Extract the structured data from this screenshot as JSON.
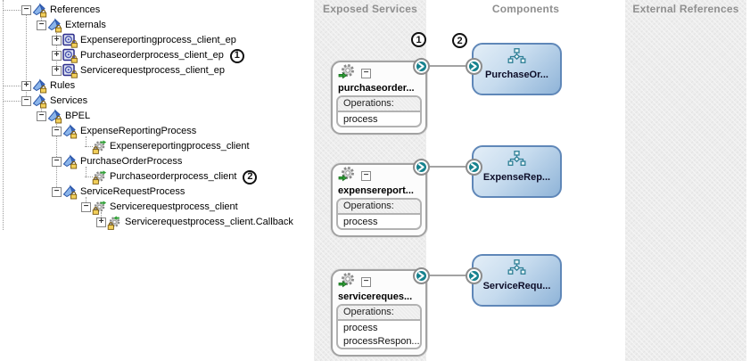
{
  "panel": {
    "lanes": {
      "exposed": "Exposed Services",
      "components": "Components",
      "external": "External References"
    }
  },
  "tree": {
    "items": [
      {
        "label": "References",
        "level": 0,
        "toggle": "minus",
        "icon": "composite"
      },
      {
        "label": "Externals",
        "level": 1,
        "toggle": "minus",
        "icon": "composite"
      },
      {
        "label": "Expensereportingprocess_client_ep",
        "level": 2,
        "toggle": "plus",
        "icon": "endpoint"
      },
      {
        "label": "Purchaseorderprocess_client_ep",
        "level": 2,
        "toggle": "plus",
        "icon": "endpoint",
        "badge": "1"
      },
      {
        "label": "Servicerequestprocess_client_ep",
        "level": 2,
        "toggle": "plus",
        "icon": "endpoint"
      },
      {
        "label": "Rules",
        "level": 0,
        "toggle": "plus",
        "icon": "composite"
      },
      {
        "label": "Services",
        "level": 0,
        "toggle": "minus",
        "icon": "composite"
      },
      {
        "label": "BPEL",
        "level": 1,
        "toggle": "minus",
        "icon": "composite"
      },
      {
        "label": "ExpenseReportingProcess",
        "level": 2,
        "toggle": "minus",
        "icon": "composite"
      },
      {
        "label": "Expensereportingprocess_client",
        "level": 3,
        "toggle": null,
        "icon": "client"
      },
      {
        "label": "PurchaseOrderProcess",
        "level": 2,
        "toggle": "minus",
        "icon": "composite"
      },
      {
        "label": "Purchaseorderprocess_client",
        "level": 3,
        "toggle": null,
        "icon": "client",
        "badge": "2"
      },
      {
        "label": "ServiceRequestProcess",
        "level": 2,
        "toggle": "minus",
        "icon": "composite"
      },
      {
        "label": "Servicerequestprocess_client",
        "level": 3,
        "toggle": "minus",
        "icon": "client"
      },
      {
        "label": "Servicerequestprocess_client.Callback",
        "level": 4,
        "toggle": "plus",
        "icon": "callback"
      }
    ]
  },
  "services": [
    {
      "name": "purchaseorder...",
      "operations_label": "Operations:",
      "operations": [
        "process"
      ]
    },
    {
      "name": "expensereport...",
      "operations_label": "Operations:",
      "operations": [
        "process"
      ]
    },
    {
      "name": "servicereques...",
      "operations_label": "Operations:",
      "operations": [
        "process",
        "processRespon..."
      ]
    }
  ],
  "components": [
    {
      "name": "PurchaseOr..."
    },
    {
      "name": "ExpenseRep..."
    },
    {
      "name": "ServiceRequ..."
    }
  ],
  "annotations": {
    "panel_badges": [
      "1",
      "2"
    ]
  },
  "colors": {
    "port_teal": "#16828e",
    "component_border": "#5f87b8",
    "component_fill_light": "#e3eef7",
    "component_fill_dark": "#8fb4d8",
    "lane_background": "#ededed",
    "lane_title_text": "#8f8f8f",
    "connector_gray": "#a3a3a3",
    "service_border": "#a2a2a2",
    "badge_outline": "#111111",
    "lock_gold": "#f2cf5a",
    "gear_green": "#2fa136",
    "tree_icon_blue": "#3a66c4"
  }
}
